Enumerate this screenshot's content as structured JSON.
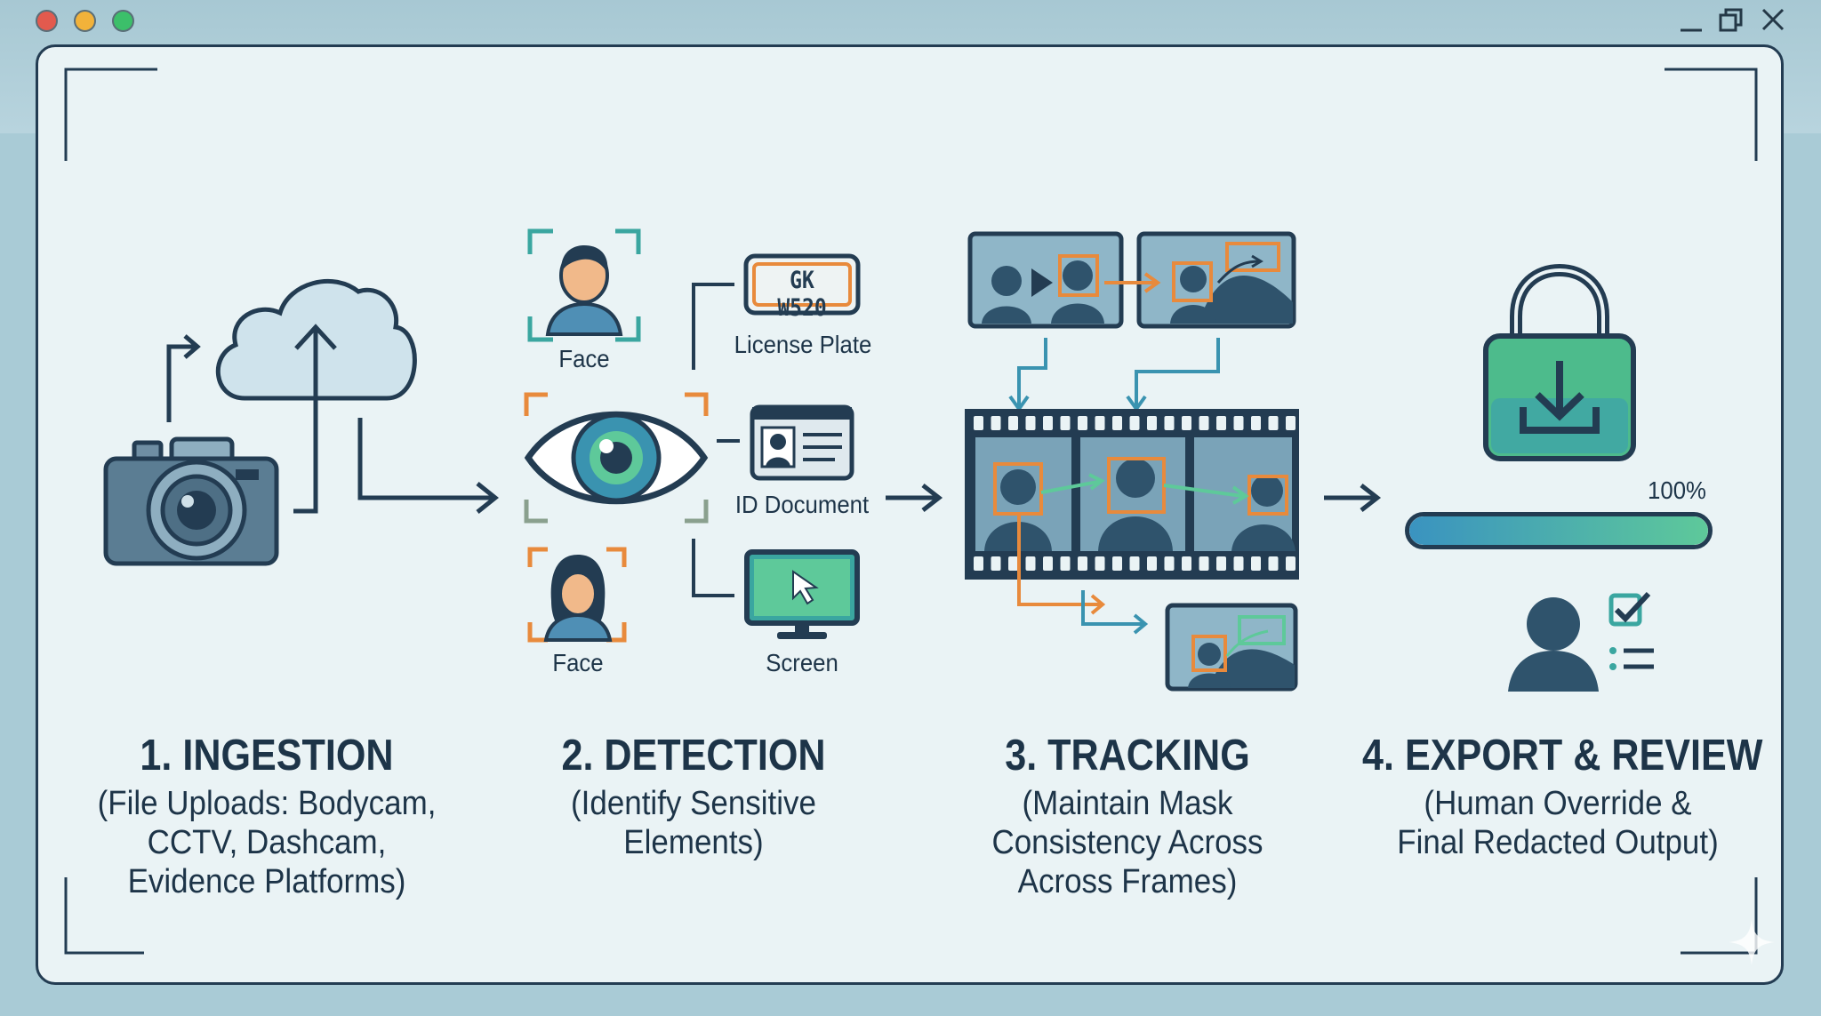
{
  "window": {
    "controls": {
      "minimize_icon": "minimize-icon",
      "restore_icon": "restore-icon",
      "close_icon": "close-icon"
    },
    "traffic_lights": [
      "#e25a4e",
      "#f2b23a",
      "#3cbf6a"
    ]
  },
  "stages": [
    {
      "title": "1. INGESTION",
      "description": "(File Uploads: Bodycam, CCTV, Dashcam, Evidence Platforms)"
    },
    {
      "title": "2. DETECTION",
      "description": "(Identify Sensitive Elements)"
    },
    {
      "title": "3. TRACKING",
      "description": "(Maintain Mask Consistency Across Across Frames)"
    },
    {
      "title": "4. EXPORT & REVIEW",
      "description": "(Human Override & Final Redacted Output)"
    }
  ],
  "detection": {
    "face_top": "Face",
    "face_bottom": "Face",
    "license_plate": "License Plate",
    "plate_text": "GK W520",
    "id_document": "ID Document",
    "screen": "Screen"
  },
  "export": {
    "progress_label": "100%",
    "progress": 1.0
  },
  "colors": {
    "navy": "#1d3448",
    "teal": "#3aa6a0",
    "orange": "#e88a3c",
    "green": "#5ec99a",
    "bg": "#eaf3f5"
  },
  "icons": [
    "camera-icon",
    "cloud-upload-icon",
    "eye-icon",
    "face-icon",
    "license-plate-icon",
    "id-document-icon",
    "screen-icon",
    "film-strip-icon",
    "lock-download-icon",
    "reviewer-icon",
    "checklist-icon"
  ]
}
